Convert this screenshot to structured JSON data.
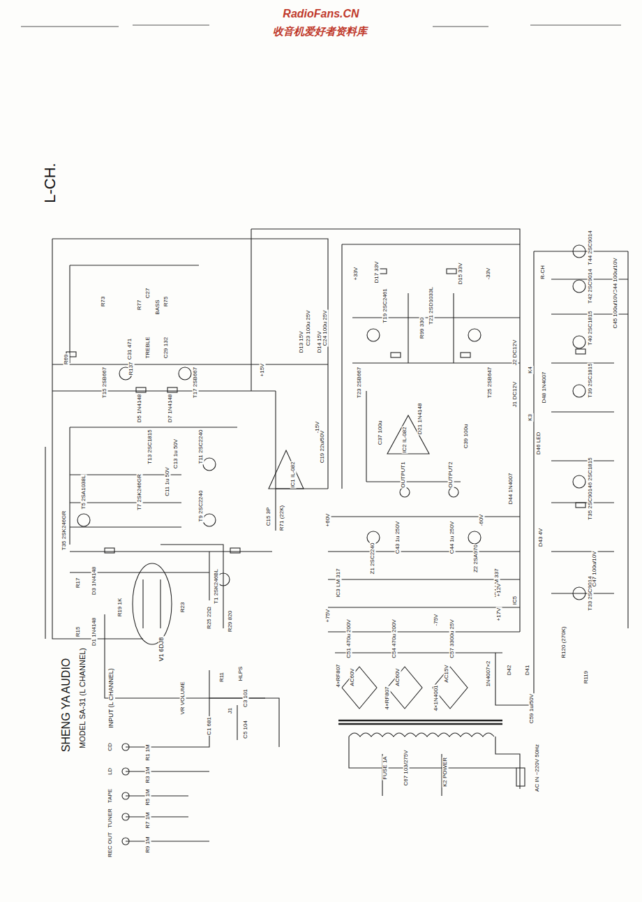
{
  "diagram": {
    "title": "SHENG YA AUDIO",
    "labels": [
      "RadioFans.CN",
      "收音机爱好者资料库",
      "L-CH.",
      "MODEL SA-31 (L CHANNEL)",
      "INPUT (L CHANNEL)",
      "CD",
      "LD",
      "TAPE",
      "TUNER",
      "REC OUT",
      "R1 1M",
      "R3 1M",
      "R5 1M",
      "R7 1M",
      "R9 1M",
      "C1 681",
      "J1",
      "VR VOLUME",
      "R11",
      "HLPS",
      "C3 101",
      "C5 104",
      "V1 6DJ8",
      "D1 1N4148",
      "D3 1N4148",
      "R17",
      "R15",
      "R19 1K",
      "R23",
      "R25 22Ω",
      "T1 2SK246BL",
      "R29 820",
      "R73",
      "R75",
      "R77",
      "BASS",
      "TREBLE",
      "C27",
      "C31 471",
      "C29 132",
      "R69",
      "R137",
      "T15 2SB667",
      "T17 2SB667",
      "D5 1N4148",
      "D7 1N4148",
      "T13 2SC1815",
      "T11 2SC2240",
      "T9 2SC2240",
      "T35 2SK246GR",
      "T5 2SA1038L",
      "T7 2SK246GR",
      "C11 1u 50V",
      "C13 1u 50V",
      "IC1 IL-082",
      "C15 3P",
      "R71 (22K)",
      "+15V",
      "-15V",
      "D13 15V",
      "D14 15V",
      "C23 100u 25V",
      "C24 100u 25V",
      "C19 22u/50V",
      "D17 33V",
      "D15 33V",
      "+33V",
      "-33V",
      "T19 2SC2461",
      "T21 2SD1033L",
      "R99 330",
      "T23 2SB667",
      "T25 2SB647",
      "IC2 IL-082",
      "D21 1N4148",
      "C37 100u",
      "C39 100u",
      "OUTPUT1",
      "OUTPUT2",
      "+60V",
      "-60V",
      "Z1 2SC2240",
      "Z2 2SA970",
      "C43 1u 250V",
      "C44 1u 250V",
      "IC3 LM 317",
      "IC4 LM 337",
      "+75V",
      "-75V",
      "C51 470u 200V",
      "C54 470u 200V",
      "C57 3300u 25V",
      "AC60V",
      "AC60V",
      "AC15V",
      "4×RF807",
      "4×RF807",
      "4×1N4001",
      "1N4007×2",
      "+17V",
      "+12V",
      "IC5",
      "FUSE 1A",
      "C67 103/275V",
      "K2 POWER",
      "AC IN ~220V 50Hz",
      "R-CH",
      "T44 2SC9014",
      "T42 2SC9014",
      "T40 2SC1815",
      "T39 2SC1815",
      "J2 DC12V",
      "J1 DC12V",
      "K4",
      "K3",
      "D48 1N4007",
      "D46 LED",
      "D44 1N4007",
      "T36 2SC1815",
      "T35 2SC9014",
      "D43 4V",
      "T33 2SC9014",
      "C44 100u/10V",
      "C45 100u/10V",
      "C47 100u/10V",
      "C59 1u/50V",
      "R119",
      "R120 (270K)",
      "D41",
      "D42"
    ]
  }
}
